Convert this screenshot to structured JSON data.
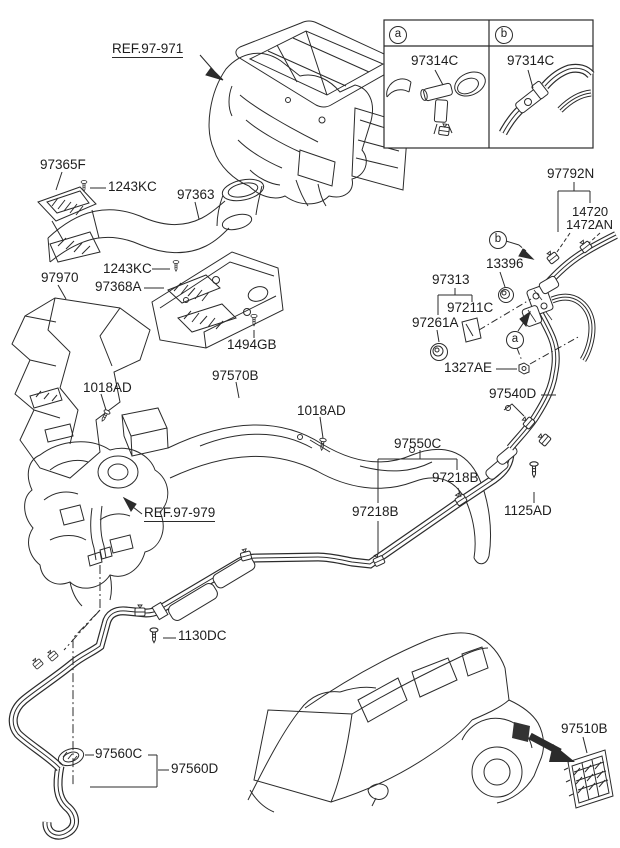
{
  "diagram": {
    "refs": {
      "front_unit": "REF.97-971",
      "rear_unit": "REF.97-979"
    },
    "inset": {
      "view_a": "a",
      "view_b": "b",
      "connector_a": "97314C",
      "connector_b": "97314C"
    },
    "callouts": {
      "a": "a",
      "b": "b"
    },
    "labels": {
      "duct_side_vent": "97365F",
      "screw_1243kc_a": "1243KC",
      "duct_main": "97363",
      "duct_side": "97970",
      "screw_1243kc_b": "1243KC",
      "duct_floor": "97368A",
      "bolt_1494gb": "1494GB",
      "screw_1018ad_a": "1018AD",
      "duct_rear": "97570B",
      "screw_1018ad_b": "1018AD",
      "bolt_1130dc": "1130DC",
      "grommet_97560c": "97560C",
      "pipe_assy_97560d": "97560D",
      "pipe_assy_97550c": "97550C",
      "clamp_97218b_left": "97218B",
      "clamp_97218b_right": "97218B",
      "bolt_1125ad": "1125AD",
      "hose_97540d": "97540D",
      "nut_1327ae": "1327AE",
      "grommet_97261a": "97261A",
      "bracket_97211c": "97211C",
      "bracket_97313": "97313",
      "grommet_13396": "13396",
      "tube_97792n": "97792N",
      "clamp_14720": "14720",
      "clamp_1472an": "1472AN",
      "grille_97510b": "97510B"
    }
  }
}
